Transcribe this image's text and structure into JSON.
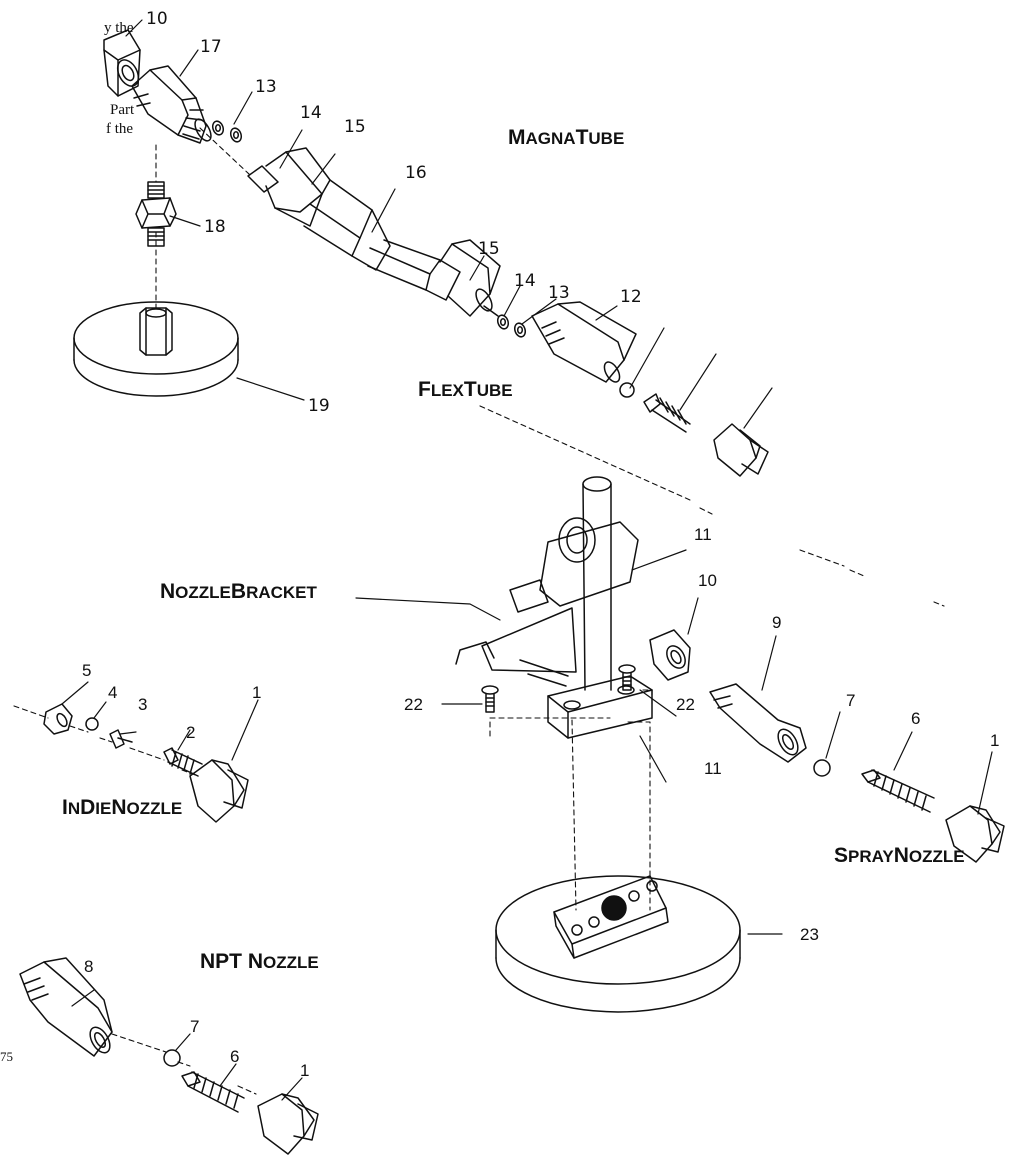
{
  "margin_text": {
    "line1": "y the",
    "line2": "Part",
    "line3": "f the",
    "page_fragment": "75"
  },
  "assemblies": {
    "magnatube": {
      "cap1": "M",
      "rest1": "AGNA",
      "cap2": "T",
      "rest2": "UBE"
    },
    "flextube": {
      "cap1": "F",
      "rest1": "LEX",
      "cap2": "T",
      "rest2": "UBE"
    },
    "nozzle_bracket": {
      "cap1": "N",
      "rest1": "OZZLE",
      "cap2": "B",
      "rest2": "RACKET"
    },
    "indie_nozzle": {
      "cap1": "I",
      "rest1": "N",
      "cap2": "D",
      "rest2": "IE",
      "cap3": "N",
      "rest3": "OZZLE"
    },
    "spray_nozzle": {
      "cap1": "S",
      "rest1": "PRAY",
      "cap2": "N",
      "rest2": "OZZLE"
    },
    "npt_nozzle": {
      "cap1": "NPT N",
      "rest1": "OZZLE"
    }
  },
  "callouts": {
    "c10_top": "10",
    "c17": "17",
    "c13_top": "13",
    "c14_top": "14",
    "c15_top": "15",
    "c16": "16",
    "c18": "18",
    "c15_mid": "15",
    "c14_mid": "14",
    "c13_mid": "13",
    "c12": "12",
    "c19": "19",
    "c11_top": "11",
    "c10_mid": "10",
    "c9": "9",
    "c7_spray": "7",
    "c6_spray": "6",
    "c1_spray": "1",
    "c22_left": "22",
    "c22_right": "22",
    "c11_bottom": "11",
    "c23": "23",
    "c5": "5",
    "c4": "4",
    "c3": "3",
    "c2": "2",
    "c1_indie": "1",
    "c8": "8",
    "c7_npt": "7",
    "c6_npt": "6",
    "c1_npt": "1"
  }
}
